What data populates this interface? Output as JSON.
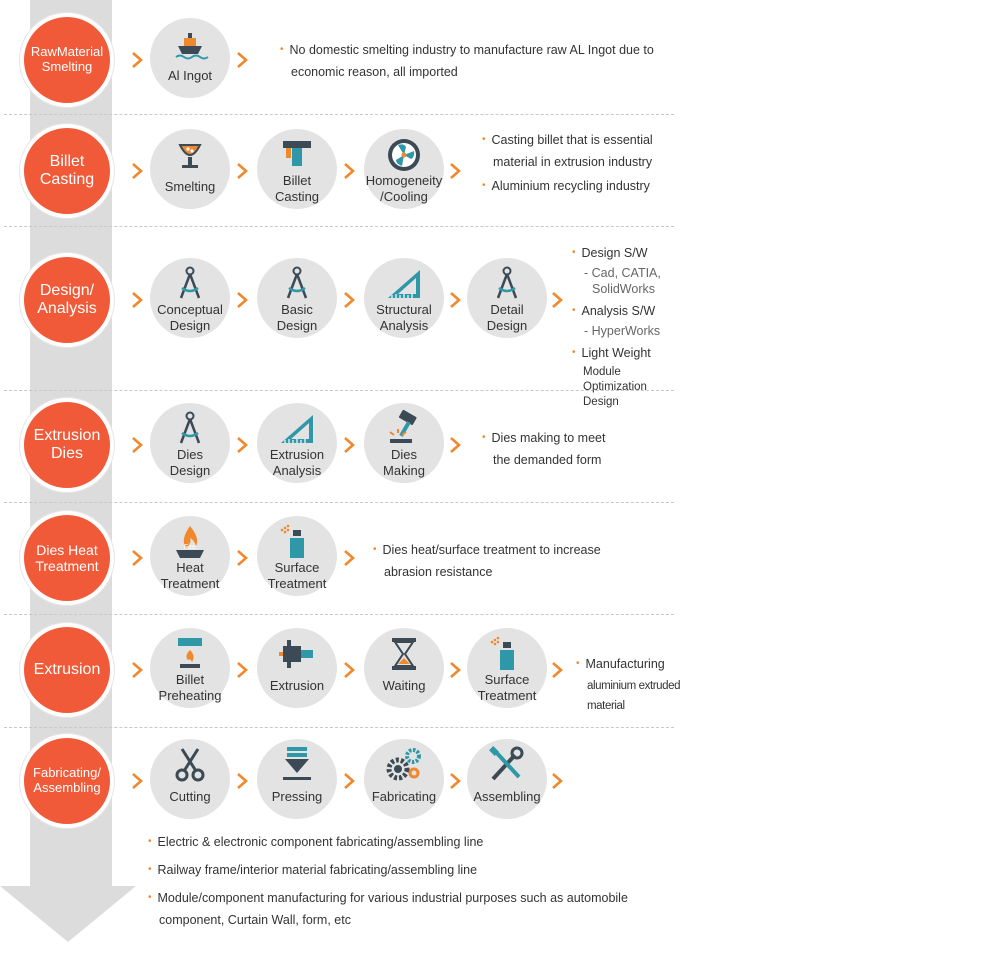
{
  "colors": {
    "stage": "#f05a38",
    "accent": "#f0882e",
    "teal": "#2f98a8",
    "dark": "#3b4a55"
  },
  "rows": [
    {
      "stage": [
        "RawMaterial",
        "Smelting"
      ],
      "steps": [
        {
          "label": [
            "Al Ingot"
          ],
          "icon": "ship-icon"
        }
      ],
      "notes": [
        [
          "No domestic smelting industry to manufacture raw AL Ingot due to",
          "economic reason, all imported"
        ]
      ]
    },
    {
      "stage": [
        "Billet",
        "Casting"
      ],
      "steps": [
        {
          "label": [
            "Smelting"
          ],
          "icon": "crucible-icon"
        },
        {
          "label": [
            "Billet",
            "Casting"
          ],
          "icon": "casting-press-icon"
        },
        {
          "label": [
            "Homogeneity",
            "/Cooling"
          ],
          "icon": "cooling-fan-icon"
        }
      ],
      "notes": [
        [
          "Casting billet that is essential",
          "material in extrusion industry"
        ],
        [
          "Aluminium recycling industry"
        ]
      ]
    },
    {
      "stage": [
        "Design/",
        "Analysis"
      ],
      "steps": [
        {
          "label": [
            "Conceptual",
            "Design"
          ],
          "icon": "compass-icon"
        },
        {
          "label": [
            "Basic",
            "Design"
          ],
          "icon": "compass-icon"
        },
        {
          "label": [
            "Structural",
            "Analysis"
          ],
          "icon": "set-square-icon"
        },
        {
          "label": [
            "Detail",
            "Design"
          ],
          "icon": "compass-icon"
        }
      ],
      "notes": [
        [
          "Design S/W"
        ],
        [
          "- Cad, CATIA,",
          "SolidWorks"
        ],
        [
          "Analysis S/W"
        ],
        [
          "- HyperWorks"
        ],
        [
          "Light Weight",
          "Module",
          "Optimization Design"
        ]
      ]
    },
    {
      "stage": [
        "Extrusion",
        "Dies"
      ],
      "steps": [
        {
          "label": [
            "Dies",
            "Design"
          ],
          "icon": "compass-icon"
        },
        {
          "label": [
            "Extrusion",
            "Analysis"
          ],
          "icon": "set-square-icon"
        },
        {
          "label": [
            "Dies",
            "Making"
          ],
          "icon": "hammer-icon"
        }
      ],
      "notes": [
        [
          "Dies making to meet",
          "the demanded form"
        ]
      ]
    },
    {
      "stage": [
        "Dies Heat",
        "Treatment"
      ],
      "steps": [
        {
          "label": [
            "Heat",
            "Treatment"
          ],
          "icon": "fire-icon",
          "tag": "Fire"
        },
        {
          "label": [
            "Surface",
            "Treatment"
          ],
          "icon": "spray-bottle-icon"
        }
      ],
      "notes": [
        [
          "Dies heat/surface treatment to increase",
          "abrasion resistance"
        ]
      ]
    },
    {
      "stage": [
        "Extrusion"
      ],
      "steps": [
        {
          "label": [
            "Billet",
            "Preheating"
          ],
          "icon": "burner-icon"
        },
        {
          "label": [
            "Extrusion"
          ],
          "icon": "extruder-icon"
        },
        {
          "label": [
            "Waiting"
          ],
          "icon": "hourglass-icon"
        },
        {
          "label": [
            "Surface",
            "Treatment"
          ],
          "icon": "spray-bottle-icon"
        }
      ],
      "notes": [
        [
          "Manufacturing",
          "aluminium extruded",
          "material"
        ]
      ]
    },
    {
      "stage": [
        "Fabricating/",
        "Assembling"
      ],
      "steps": [
        {
          "label": [
            "Cutting"
          ],
          "icon": "scissors-icon"
        },
        {
          "label": [
            "Pressing"
          ],
          "icon": "press-down-icon"
        },
        {
          "label": [
            "Fabricating"
          ],
          "icon": "gears-icon"
        },
        {
          "label": [
            "Assembling"
          ],
          "icon": "wrench-screwdriver-icon"
        }
      ],
      "notes": [
        [
          "Electric & electronic component fabricating/assembling line"
        ],
        [
          "Railway frame/interior material fabricating/assembling line"
        ],
        [
          "Module/component manufacturing for various industrial purposes such as automobile",
          "component, Curtain Wall, form, etc"
        ]
      ]
    }
  ]
}
